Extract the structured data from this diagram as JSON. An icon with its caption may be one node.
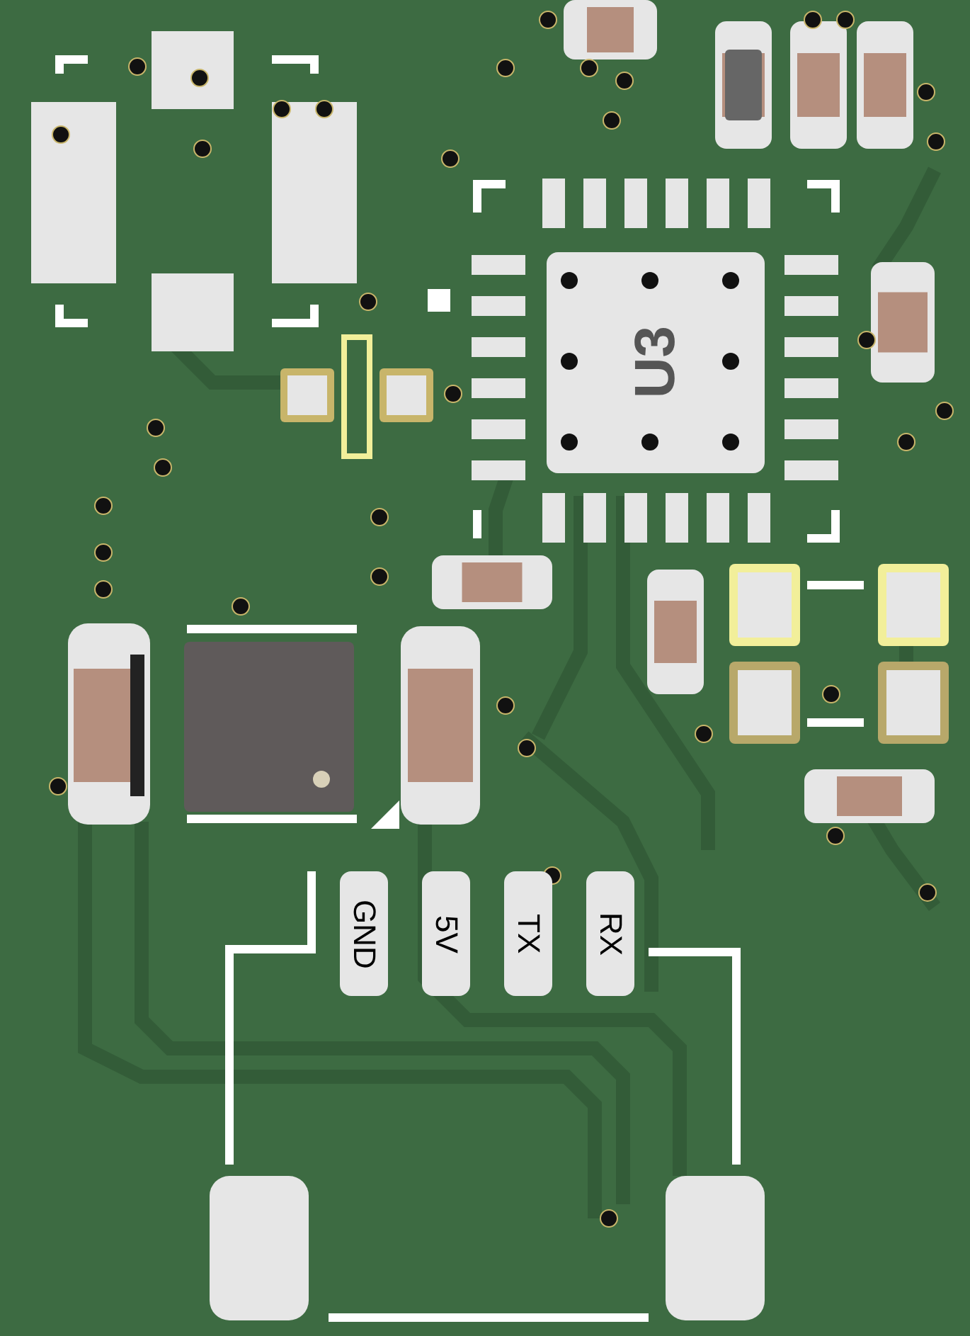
{
  "diagram": {
    "nodes": [
      {
        "text": [
          "U3"
        ]
      },
      {
        "text": [
          "GND"
        ]
      },
      {
        "text": [
          "5V"
        ]
      },
      {
        "text": [
          "TX"
        ]
      },
      {
        "text": [
          "RX"
        ]
      }
    ]
  }
}
